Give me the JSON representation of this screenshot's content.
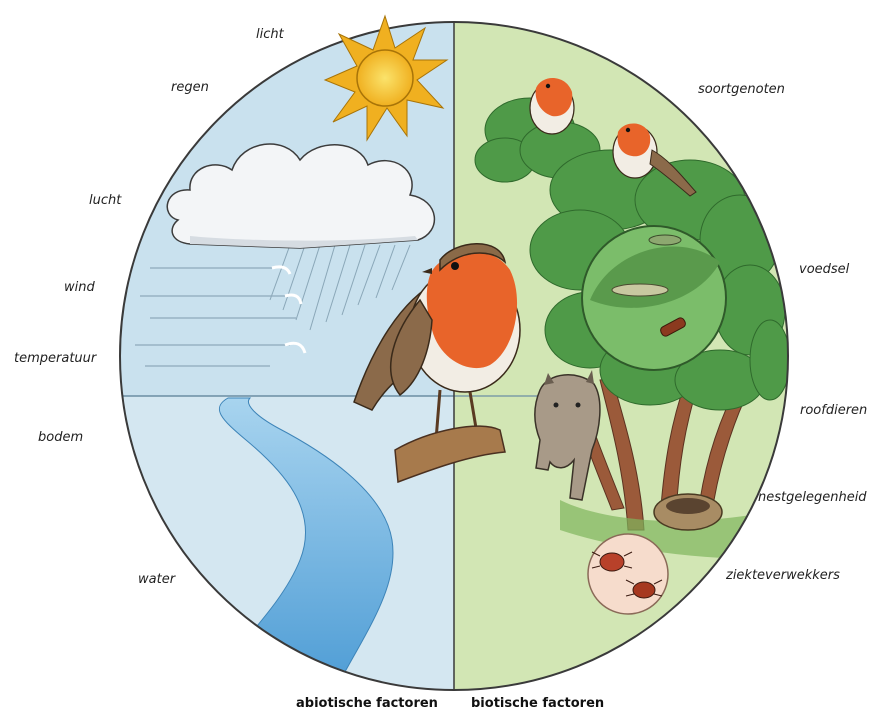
{
  "diagram": {
    "abiotic": {
      "caption": "abiotische factoren",
      "labels": [
        "licht",
        "regen",
        "lucht",
        "wind",
        "temperatuur",
        "bodem",
        "water"
      ]
    },
    "biotic": {
      "caption": "biotische factoren",
      "labels": [
        "soortgenoten",
        "voedsel",
        "roofdieren",
        "nestgelegenheid",
        "ziekteverwekkers"
      ]
    },
    "colors": {
      "abiotic_bg": "#c9e1ee",
      "biotic_bg": "#d2e6b4",
      "water": "#6ab0de",
      "sun": "#f4c22b",
      "tree": "#4f9a48",
      "robin_breast": "#e8642a"
    }
  }
}
